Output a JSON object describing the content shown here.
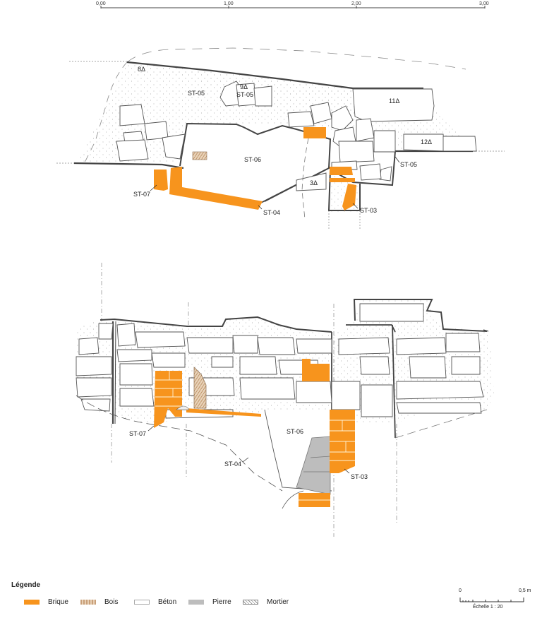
{
  "ruler": {
    "ticks": [
      "0,00",
      "1,00",
      "2,00",
      "3,00"
    ]
  },
  "plan_top": {
    "labels": {
      "st05_main": "ST-05",
      "st05_block": "ST-05",
      "st05_right": "ST-05",
      "st06": "ST-06",
      "st07": "ST-07",
      "st04": "ST-04",
      "st03": "ST-03",
      "n8": "8Δ",
      "n9": "9Δ",
      "n11": "11Δ",
      "n12": "12Δ",
      "n3": "3Δ"
    }
  },
  "elevation_bottom": {
    "labels": {
      "st07": "ST-07",
      "st06": "ST-06",
      "st04": "ST-04",
      "st03": "ST-03"
    }
  },
  "legend": {
    "title": "Légende",
    "items": [
      {
        "label": "Brique",
        "color": "#f7941d"
      },
      {
        "label": "Bois",
        "color": "#c9a07a"
      },
      {
        "label": "Béton",
        "color": "#ffffff"
      },
      {
        "label": "Pierre",
        "color": "#bdbdbd"
      },
      {
        "label": "Mortier",
        "color": "#999999"
      }
    ]
  },
  "scale": {
    "start": "0",
    "end": "0,5 m",
    "caption": "Échelle 1 : 20"
  },
  "colors": {
    "brick": "#f7941d",
    "wood": "#c9a07a",
    "stone": "#bdbdbd",
    "outline": "#444444"
  }
}
